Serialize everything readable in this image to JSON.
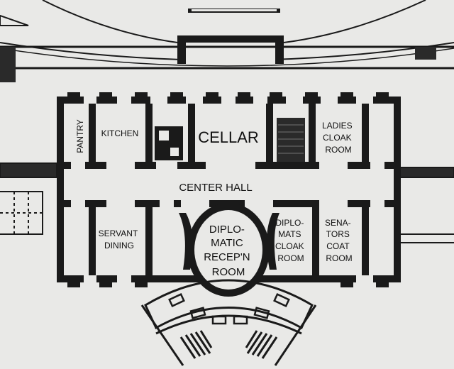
{
  "rooms": {
    "pantry": "PANTRY",
    "kitchen": "KITCHEN",
    "cellar": "CELLAR",
    "ladies_cloak_room": [
      "LADIES",
      "CLOAK",
      "ROOM"
    ],
    "center_hall": "CENTER HALL",
    "servant_dining": [
      "SERVANT",
      "DINING"
    ],
    "diplomatic_reception_room": [
      "DIPLO-",
      "MATIC",
      "RECEP'N",
      "ROOM"
    ],
    "diplomats_cloak_room": [
      "DIPLO-",
      "MATS",
      "CLOAK",
      "ROOM"
    ],
    "senators_coat_room": [
      "SENA-",
      "TORS",
      "COAT",
      "ROOM"
    ]
  },
  "colors": {
    "paper": "#e9e9e7",
    "ink": "#1a1a1a",
    "shade": "#5a5a5a"
  }
}
